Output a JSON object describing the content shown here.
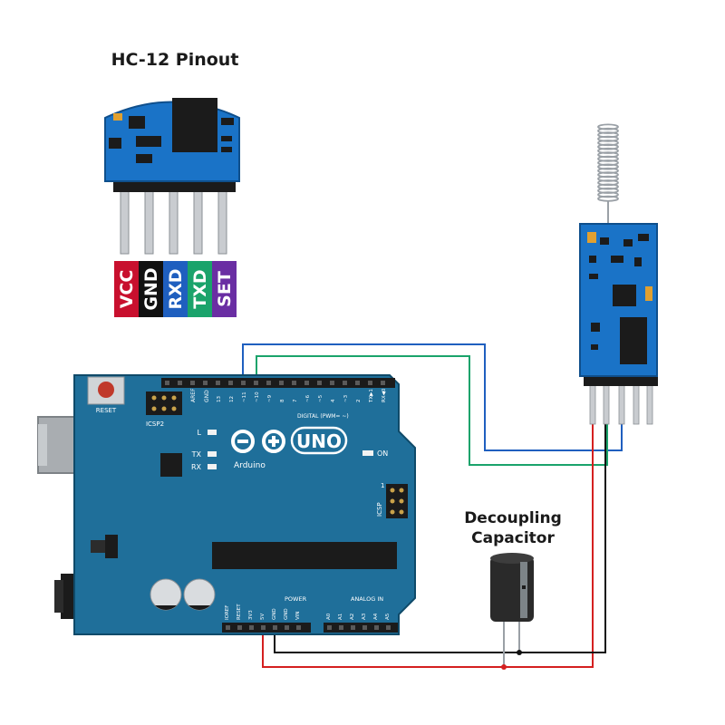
{
  "title": "HC-12 Pinout",
  "capacitor_label": [
    "Decoupling",
    "Capacitor"
  ],
  "hc12_pins": [
    {
      "name": "VCC",
      "color": "#c8102e"
    },
    {
      "name": "GND",
      "color": "#111111"
    },
    {
      "name": "RXD",
      "color": "#1f5fbf"
    },
    {
      "name": "TXD",
      "color": "#1aa36b"
    },
    {
      "name": "SET",
      "color": "#6a2ea3"
    }
  ],
  "arduino": {
    "brand": "Arduino",
    "model": "UNO",
    "reset_label": "RESET",
    "icsp2_label": "ICSP2",
    "icsp_label": "ICSP",
    "icsp_pin1": "1",
    "aref": "AREF",
    "gnd": "GND",
    "digital_label": "DIGITAL (PWM= ~)",
    "digital_pins": [
      "13",
      "12",
      "~11",
      "~10",
      "~9",
      "8",
      "7",
      "~6",
      "~5",
      "4",
      "~3",
      "2",
      "TX▶1",
      "RX◀0"
    ],
    "led_l": "L",
    "led_tx": "TX",
    "led_rx": "RX",
    "led_on": "ON",
    "power_label": "POWER",
    "power_pins": [
      "IOREF",
      "RESET",
      "3V3",
      "5V",
      "GND",
      "GND",
      "VIN"
    ],
    "analog_label": "ANALOG IN",
    "analog_pins": [
      "A0",
      "A1",
      "A2",
      "A3",
      "A4",
      "A5"
    ]
  },
  "colors": {
    "board_blue": "#1f6f9a",
    "module_blue": "#1a73c7",
    "wire_blue": "#1f5fbf",
    "wire_green": "#1aa36b",
    "wire_red": "#d42020",
    "wire_black": "#111111"
  }
}
